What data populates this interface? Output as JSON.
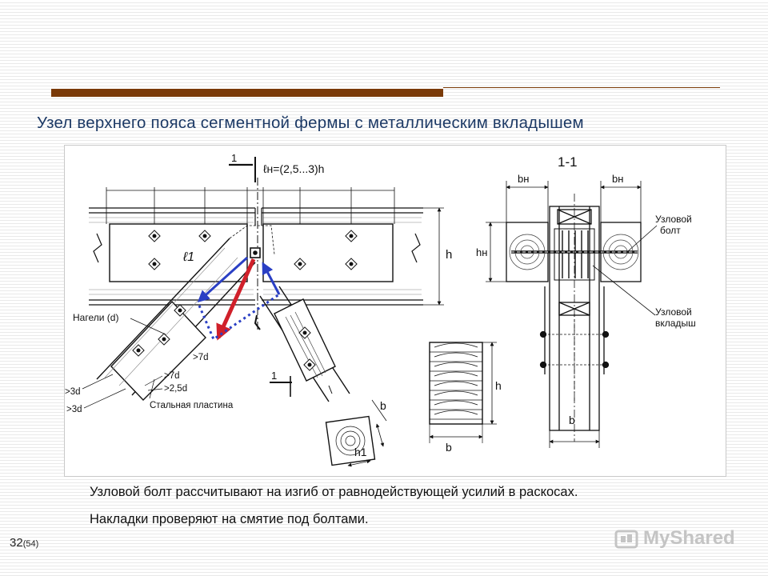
{
  "title": "Узел верхнего пояса сегментной фермы с металлическим вкладышем",
  "caption": {
    "line1": "Узловой болт рассчитывают на изгиб от равнодействующей усилий в раскосах.",
    "line2": "Накладки проверяют на смятие под болтами."
  },
  "page": {
    "current": "32",
    "total": "(54)"
  },
  "watermark": "MyShared",
  "colors": {
    "accent_bar": "#7a3a08",
    "title": "#1d3a66",
    "force_red": "#d0202a",
    "force_blue": "#2a3fc4"
  },
  "labels": {
    "section_mark": "1",
    "ln_formula": "ℓн=(2,5...3)h",
    "l1": "ℓ1",
    "h": "h",
    "nageli": "Нагели (d)",
    "d7a": ">7d",
    "d7b": ">7d",
    "d25": ">2,5d",
    "d3a": ">3d",
    "d3b": ">3d",
    "steel_plate": "Стальная пластина",
    "section_mark_lower": "1",
    "b": "b",
    "h1": "h1",
    "section_title": "1-1",
    "bn_left": "bн",
    "bn_right": "bн",
    "hn": "hн",
    "node_bolt": [
      "Узловой",
      "болт"
    ],
    "node_insert": [
      "Узловой",
      "вкладыш"
    ],
    "sec_h": "h",
    "sec_b": "b",
    "right_b": "b"
  }
}
